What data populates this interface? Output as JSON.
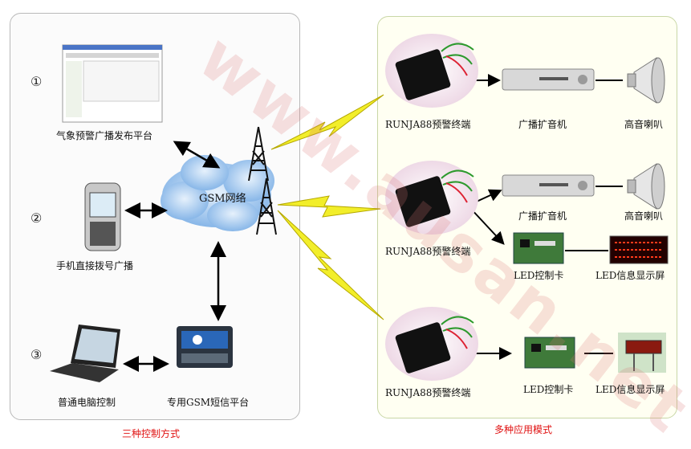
{
  "left": {
    "num1": "①",
    "num2": "②",
    "num3": "③",
    "platform_label": "气象预警广播发布平台",
    "phone_label": "手机直接拨号广播",
    "pc_label": "普通电脑控制",
    "sms_label": "专用GSM短信平台",
    "gsm_label": "GSM网络",
    "caption": "三种控制方式"
  },
  "right": {
    "row1": {
      "terminal": "RUNJA88预警终端",
      "amp": "广播扩音机",
      "speaker": "高音喇叭"
    },
    "row2": {
      "terminal": "RUNJA88预警终端",
      "amp": "广播扩音机",
      "speaker": "高音喇叭",
      "led_card": "LED控制卡",
      "led_screen": "LED信息显示屏"
    },
    "row3": {
      "terminal": "RUNJA88预警终端",
      "led_card": "LED控制卡",
      "led_screen": "LED信息显示屏"
    },
    "caption": "多种应用模式"
  },
  "watermark": "www.ausan.net",
  "colors": {
    "lightning": "#f2ee2a",
    "caption": "#e01010",
    "cloud": "#9cc4ee"
  }
}
